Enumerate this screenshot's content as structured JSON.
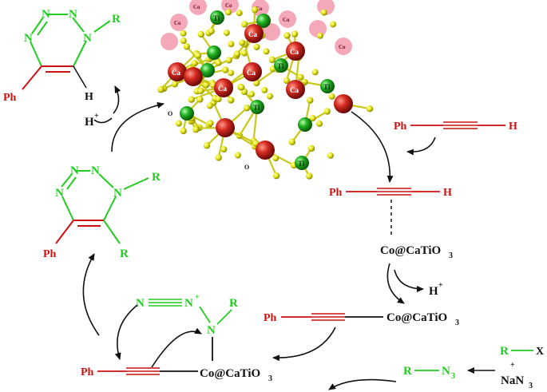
{
  "labels": {
    "ph": "Ph",
    "h": "H",
    "hplus": "H",
    "plus_sup": "+",
    "r": "R",
    "n": "N",
    "x": "X",
    "plus_sign": "+",
    "nan3": "NaN",
    "three": "3",
    "co_catio3_prefix": "Co@CaTiO",
    "three_sub": "3",
    "ti": "Ti",
    "ca": "Ca",
    "co": "Co",
    "o": "O"
  },
  "colors": {
    "green": "#22cc22",
    "red": "#cc1111",
    "black": "#111111",
    "ca_sphere": "#cc2020",
    "ti_sphere": "#22aa22",
    "o_sphere": "#e8e81a",
    "co_sphere": "#f4a0b0"
  },
  "icons": {
    "catalyst_structure": "perovskite-crystal-lattice"
  }
}
